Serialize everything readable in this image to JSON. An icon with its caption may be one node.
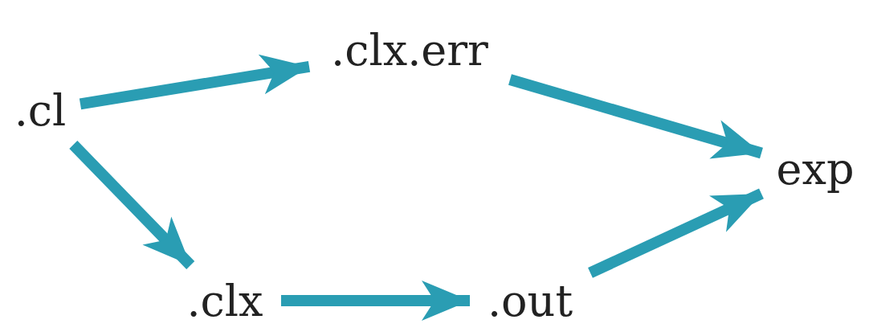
{
  "diagram": {
    "nodes": [
      {
        "text": [
          ".cl"
        ]
      },
      {
        "text": [
          ".clx.err"
        ]
      },
      {
        "text": [
          ".clx"
        ]
      },
      {
        "text": [
          ".out"
        ]
      },
      {
        "text": [
          "exp"
        ]
      }
    ],
    "edges": [
      {
        "from": 0,
        "to": 1,
        "arrow": "to"
      },
      {
        "from": 0,
        "to": 2,
        "arrow": "to"
      },
      {
        "from": 1,
        "to": 4,
        "arrow": "to"
      },
      {
        "from": 2,
        "to": 3,
        "arrow": "to"
      },
      {
        "from": 3,
        "to": 4,
        "arrow": "to"
      }
    ]
  }
}
